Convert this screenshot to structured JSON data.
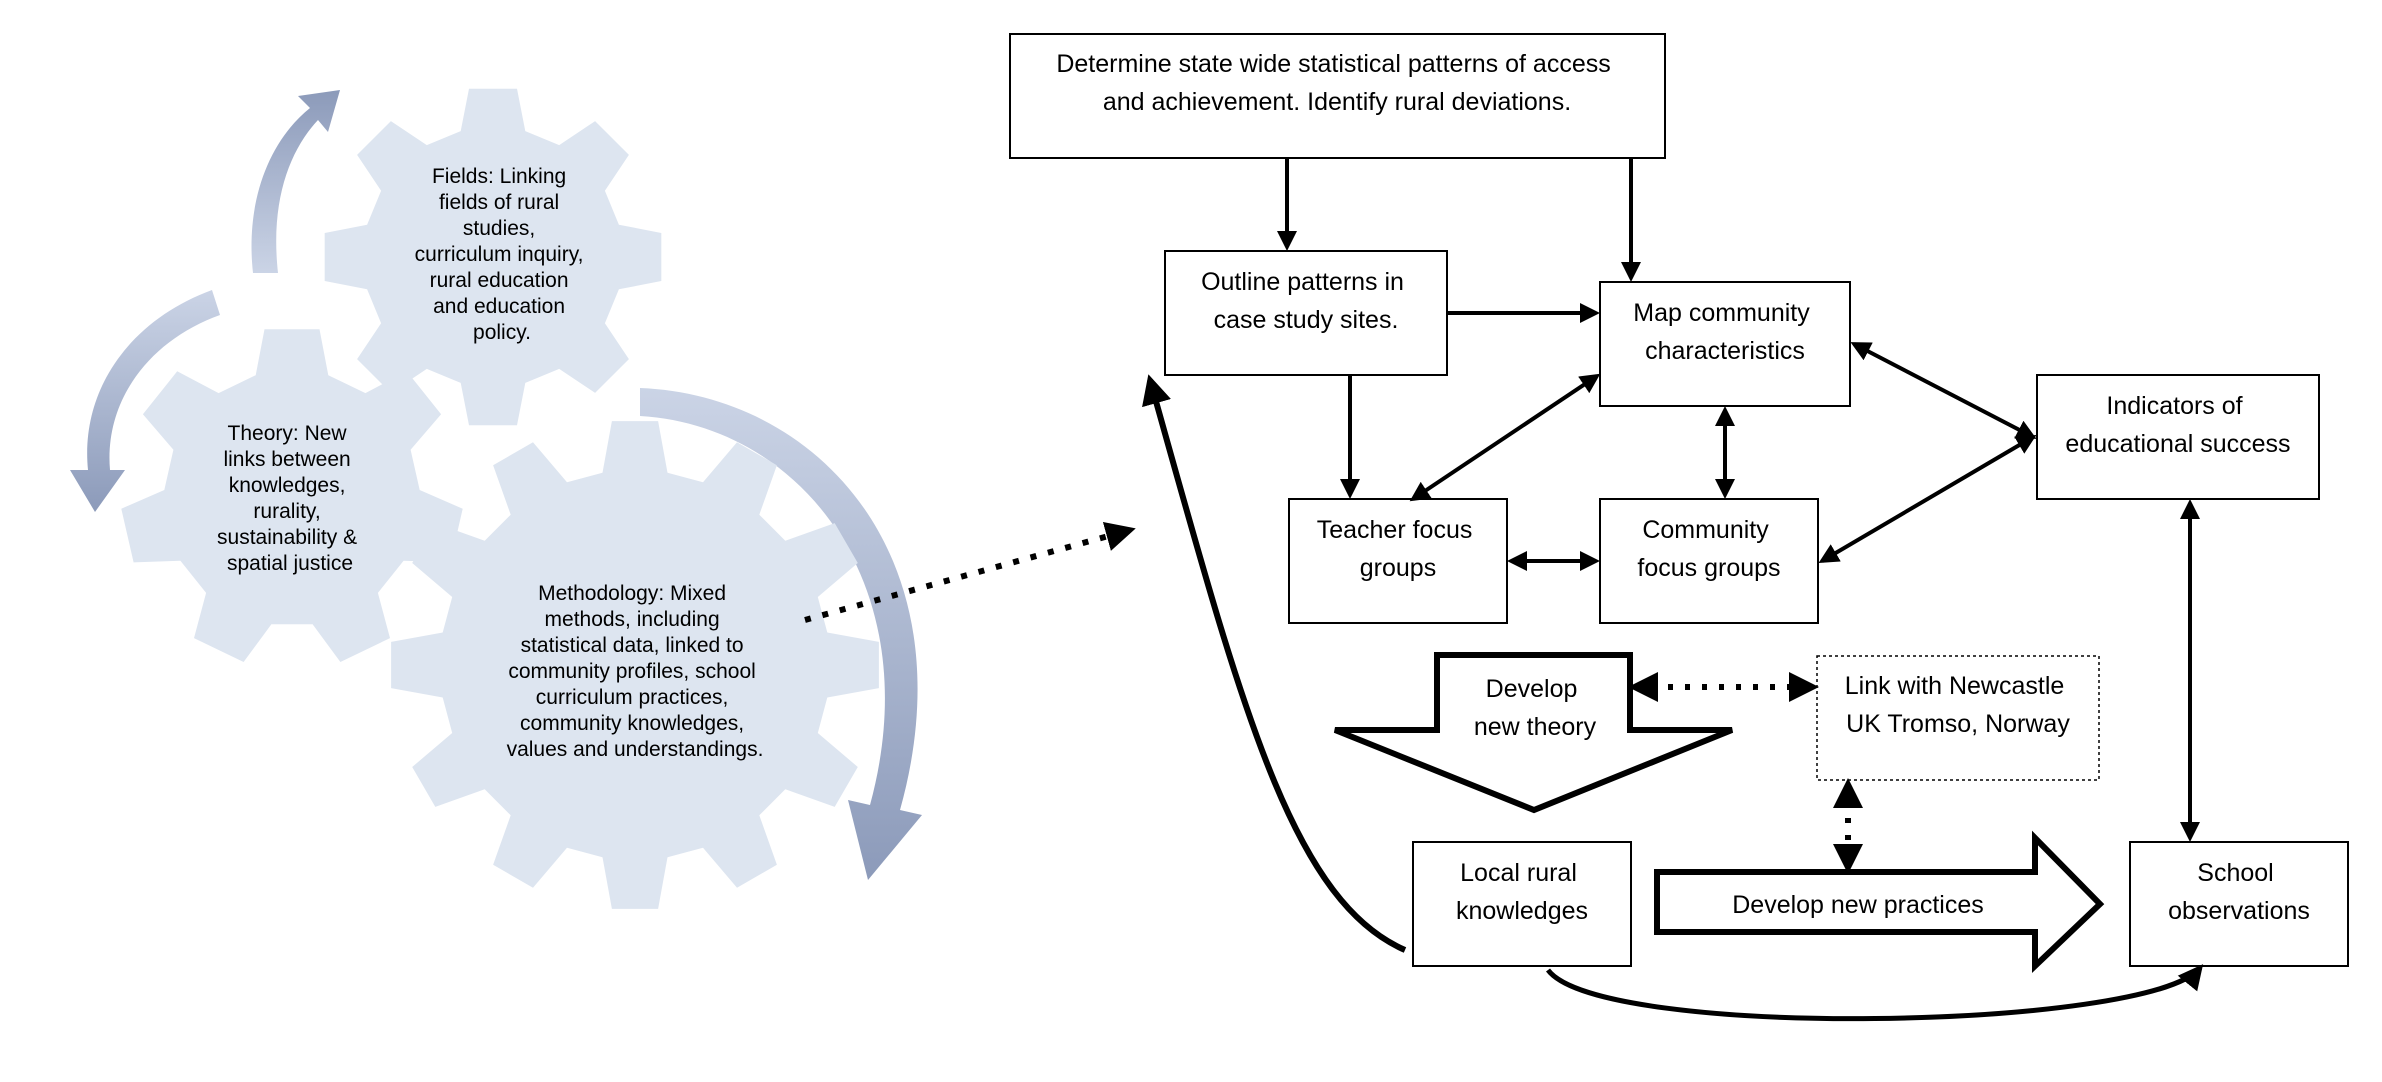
{
  "gears": {
    "fields": {
      "lines": [
        "Fields: Linking",
        "fields of rural",
        "studies,",
        "curriculum inquiry,",
        "rural education",
        "and education",
        "policy."
      ]
    },
    "theory": {
      "lines": [
        "Theory: New",
        "links between",
        "knowledges,",
        "rurality,",
        "sustainability &",
        "spatial justice"
      ]
    },
    "methodology": {
      "lines": [
        "Methodology: Mixed",
        "methods, including",
        "statistical data, linked to",
        "community profiles, school",
        "curriculum practices,",
        "community knowledges,",
        "values and understandings."
      ]
    }
  },
  "boxes": {
    "state_patterns": {
      "lines": [
        "Determine state wide statistical patterns of access",
        "and achievement. Identify rural deviations."
      ]
    },
    "outline_patterns": {
      "lines": [
        "Outline patterns in",
        "case study sites."
      ]
    },
    "map_community": {
      "lines": [
        "Map community",
        "characteristics"
      ]
    },
    "indicators": {
      "lines": [
        "Indicators of",
        "educational success"
      ]
    },
    "teacher_focus": {
      "lines": [
        "Teacher focus",
        "groups"
      ]
    },
    "community_focus": {
      "lines": [
        "Community",
        "focus groups"
      ]
    },
    "link_newcastle": {
      "lines": [
        "Link with Newcastle",
        "UK Tromso, Norway"
      ]
    },
    "local_rural": {
      "lines": [
        "Local rural",
        "knowledges"
      ]
    },
    "school_observations": {
      "lines": [
        "School",
        "observations"
      ]
    }
  },
  "shapes": {
    "develop_theory": {
      "lines": [
        "Develop",
        "new theory"
      ]
    },
    "develop_practices": {
      "lines": [
        "Develop new practices"
      ]
    }
  },
  "colors": {
    "gear_fill": "#dde5f0",
    "gear_arrow_dark": "#7f8fb2",
    "gear_arrow_light": "#c5cfe3",
    "line": "#000000"
  }
}
